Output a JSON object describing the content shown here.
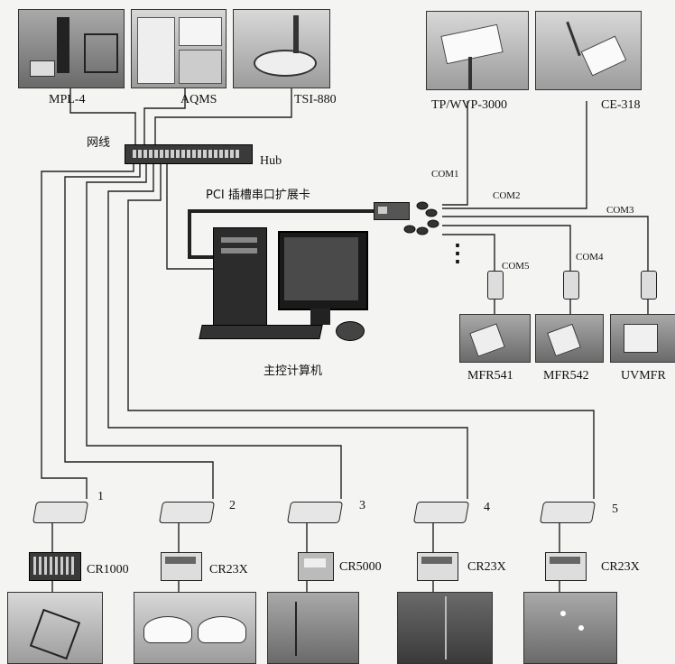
{
  "top_instruments": [
    {
      "label": "MPL-4"
    },
    {
      "label": "AQMS"
    },
    {
      "label": "TSI-880"
    },
    {
      "label": "TP/WVP-3000"
    },
    {
      "label": "CE-318"
    }
  ],
  "network": {
    "cable_label": "网线",
    "hub_label": "Hub"
  },
  "serial": {
    "card_label": "PCI 插槽串口扩展卡",
    "ports": [
      "COM1",
      "COM2",
      "COM3",
      "COM4",
      "COM5"
    ],
    "more_indicator": "⋮"
  },
  "computer": {
    "label": "主控计算机"
  },
  "radiometers": [
    {
      "label": "MFR541"
    },
    {
      "label": "MFR542"
    },
    {
      "label": "UVMFR"
    }
  ],
  "stations": [
    {
      "number": "1",
      "logger": "CR1000"
    },
    {
      "number": "2",
      "logger": "CR23X"
    },
    {
      "number": "3",
      "logger": "CR5000"
    },
    {
      "number": "4",
      "logger": "CR23X"
    },
    {
      "number": "5",
      "logger": "CR23X"
    }
  ]
}
